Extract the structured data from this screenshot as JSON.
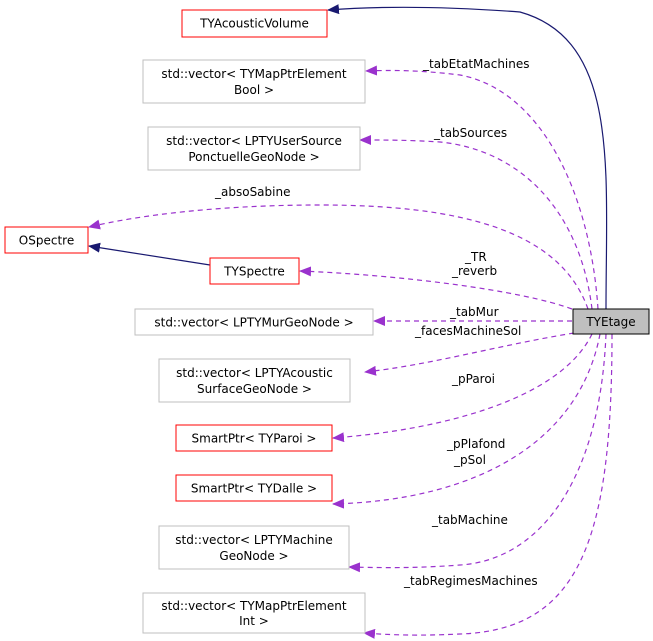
{
  "diagram": {
    "colors": {
      "inherit": "#191970",
      "usage": "#9a32cd",
      "border_red": "#ff0000",
      "border_gray": "#bfbfbf",
      "focus_fill": "#bfbfbf"
    },
    "nodes": {
      "tyacousticvolume": {
        "lines": [
          "TYAcousticVolume"
        ]
      },
      "tabetat_type": {
        "lines": [
          "std::vector< TYMapPtrElement",
          "Bool >"
        ]
      },
      "tabsources_type": {
        "lines": [
          "std::vector< LPTYUserSource",
          "PonctuelleGeoNode >"
        ]
      },
      "ospectre": {
        "lines": [
          "OSpectre"
        ]
      },
      "tyspectre": {
        "lines": [
          "TYSpectre"
        ]
      },
      "tabmur_type": {
        "lines": [
          "std::vector< LPTYMurGeoNode >"
        ]
      },
      "faces_type": {
        "lines": [
          "std::vector< LPTYAcoustic",
          "SurfaceGeoNode >"
        ]
      },
      "paroi_type": {
        "lines": [
          "SmartPtr< TYParoi >"
        ]
      },
      "dalle_type": {
        "lines": [
          "SmartPtr< TYDalle >"
        ]
      },
      "tabmachine_type": {
        "lines": [
          "std::vector< LPTYMachine",
          "GeoNode >"
        ]
      },
      "tabregimes_type": {
        "lines": [
          "std::vector< TYMapPtrElement",
          "Int >"
        ]
      },
      "tyetage": {
        "lines": [
          "TYEtage"
        ]
      }
    },
    "edge_labels": {
      "tabetat": [
        "_tabEtatMachines"
      ],
      "tabsources": [
        "_tabSources"
      ],
      "absosabine": [
        "_absoSabine"
      ],
      "tr_reverb": [
        "_TR",
        "_reverb"
      ],
      "tabmur": [
        "_tabMur"
      ],
      "faces": [
        "_facesMachineSol"
      ],
      "paroi": [
        "_pParoi"
      ],
      "plafond_sol": [
        "_pPlafond",
        "_pSol"
      ],
      "tabmachine": [
        "_tabMachine"
      ],
      "tabregimes": [
        "_tabRegimesMachines"
      ]
    }
  }
}
